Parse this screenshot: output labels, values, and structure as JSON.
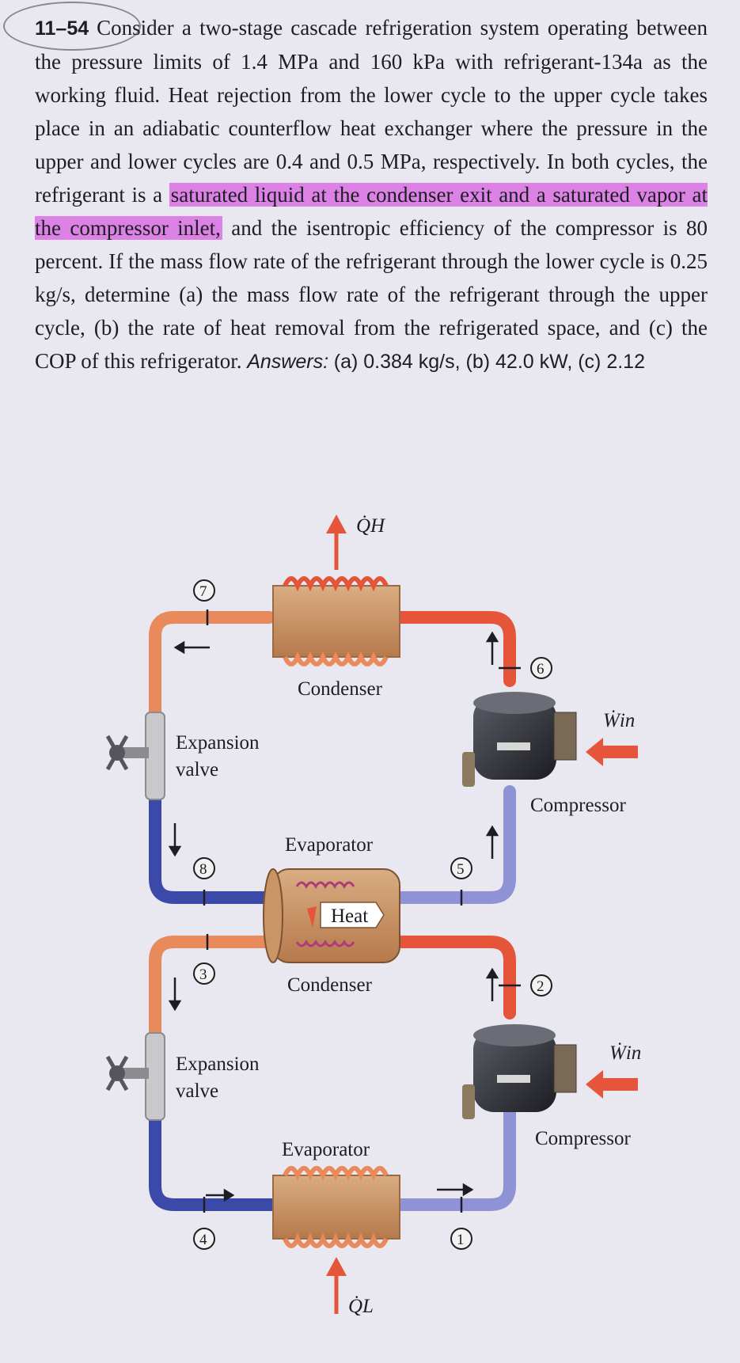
{
  "problem": {
    "number": "11–54",
    "text_part1": "Consider a two-stage cascade refrigeration system operating between the pressure limits of 1.4 MPa and 160 kPa with refrigerant-134a as the working fluid. Heat rejection from the lower cycle to the upper cycle takes place in an adiabatic counterflow heat exchanger where the pressure in the upper and lower cycles are 0.4 and 0.5 MPa, respectively. In both cycles, the refrigerant is a ",
    "highlight": "saturated liquid at the condenser exit and a saturated vapor at the compressor inlet,",
    "text_part2": " and the isentropic efficiency of the compressor is 80 percent. If the mass flow rate of the refrigerant through the lower cycle is 0.25 kg/s, determine (a) the mass flow rate of the refrigerant through the upper cycle, (b) the rate of heat removal from the refrigerated space, and (c) the COP of this refrigerator. ",
    "answers_label": "Answers:",
    "answers": "(a) 0.384 kg/s, (b) 42.0 kW, (c) 2.12"
  },
  "figure": {
    "qh_label": "Q̇H",
    "ql_label": "Q̇L",
    "win_upper": "Ẇin",
    "win_lower": "Ẇin",
    "condenser_upper": "Condenser",
    "evaporator_upper": "Evaporator",
    "heat_label": "Heat",
    "condenser_lower": "Condenser",
    "evaporator_lower": "Evaporator",
    "expansion_valve_upper_line1": "Expansion",
    "expansion_valve_upper_line2": "valve",
    "expansion_valve_lower_line1": "Expansion",
    "expansion_valve_lower_line2": "valve",
    "compressor_upper": "Compressor",
    "compressor_lower": "Compressor",
    "states": [
      "1",
      "2",
      "3",
      "4",
      "5",
      "6",
      "7",
      "8"
    ],
    "colors": {
      "hot_pipe": "#e4553a",
      "warm_pipe": "#e98a5c",
      "cold_pipe": "#3b4aa8",
      "cool_pipe": "#8f93d6",
      "highlight": "#d660e0"
    }
  }
}
